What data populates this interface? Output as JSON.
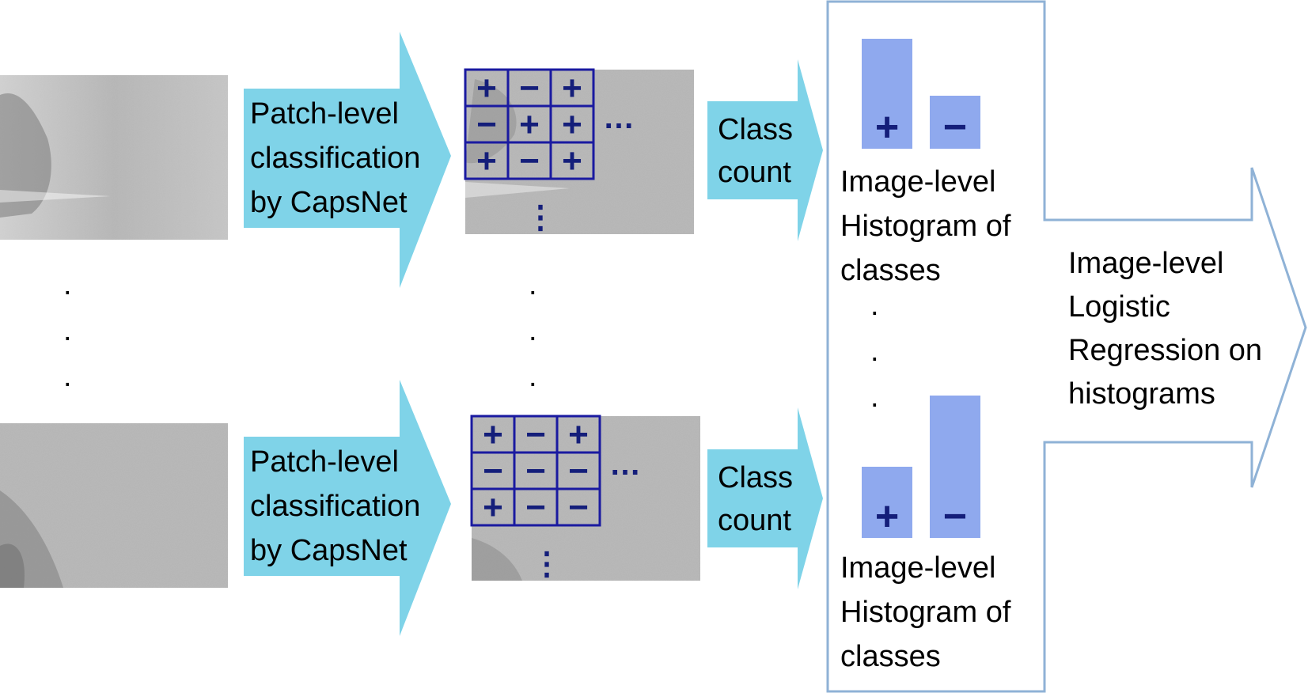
{
  "colors": {
    "arrow_fill": "#7fd3e8",
    "grid_line": "#1a1aa0",
    "symbol": "#141e7a",
    "hist_bar": "#8fa9ee",
    "frame": "#8fb2d6"
  },
  "rows": [
    {
      "patch_arrow_lines": [
        "Patch-level",
        "classification",
        "by CapsNet"
      ],
      "grid": [
        [
          "+",
          "−",
          "+"
        ],
        [
          "−",
          "+",
          "+"
        ],
        [
          "+",
          "−",
          "+"
        ]
      ],
      "count_arrow_lines": [
        "Class",
        "count"
      ],
      "histogram": {
        "labels": [
          "+",
          "−"
        ],
        "values": [
          0.83,
          0.4
        ],
        "caption_lines": [
          "Image-level",
          "Histogram of",
          "classes"
        ]
      }
    },
    {
      "patch_arrow_lines": [
        "Patch-level",
        "classification",
        "by CapsNet"
      ],
      "grid": [
        [
          "+",
          "−",
          "+"
        ],
        [
          "−",
          "−",
          "−"
        ],
        [
          "+",
          "−",
          "−"
        ]
      ],
      "count_arrow_lines": [
        "Class",
        "count"
      ],
      "histogram": {
        "labels": [
          "+",
          "−"
        ],
        "values": [
          0.5,
          1.0
        ],
        "caption_lines": [
          "Image-level",
          "Histogram of",
          "classes"
        ]
      }
    }
  ],
  "final_arrow_lines": [
    "Image-level",
    "Logistic",
    "Regression on",
    "histograms"
  ],
  "ellipsis": {
    "dot": ".",
    "horizontal": "…",
    "vertical": "⋮"
  }
}
